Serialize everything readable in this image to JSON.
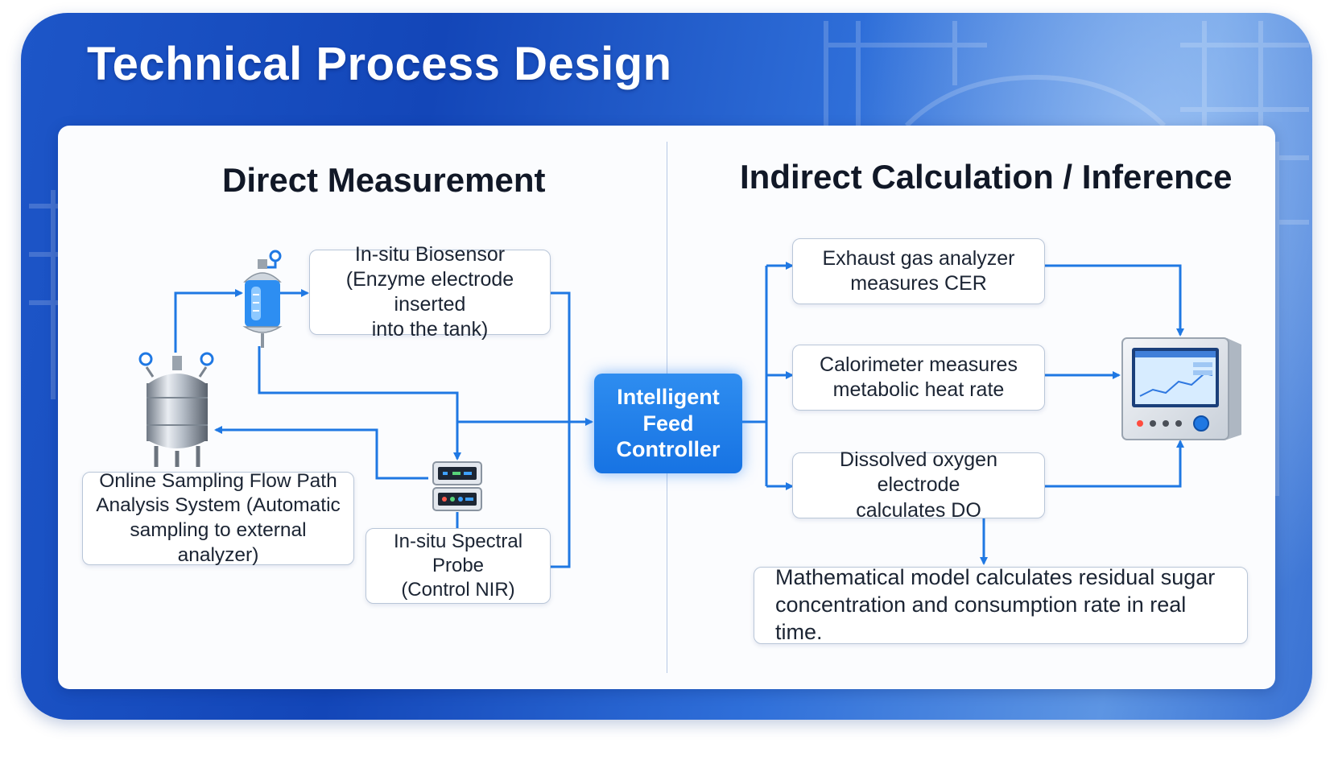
{
  "title": "Technical Process Design",
  "colors": {
    "accent": "#1b73e0",
    "banner": "#1d56c8",
    "connector": "#1f78e3"
  },
  "sections": {
    "direct": {
      "title": "Direct Measurement"
    },
    "indirect": {
      "title": "Indirect Calculation / Inference"
    }
  },
  "nodes": {
    "biosensor": "In-situ Biosensor\n(Enzyme electrode inserted\ninto the tank)",
    "sampling": "Online Sampling Flow Path\nAnalysis System (Automatic\nsampling to external analyzer)",
    "spectral": "In-situ Spectral Probe\n(Control NIR)",
    "controller": "Intelligent\nFeed\nController",
    "exhaust": "Exhaust gas analyzer\nmeasures CER",
    "calorimeter": "Calorimeter measures\nmetabolic heat rate",
    "oxygen": "Dissolved oxygen electrode\ncalculates DO",
    "model": "Mathematical model calculates residual sugar\nconcentration and consumption rate in real time."
  },
  "icons": {
    "tank": "bioreactor-tank-icon",
    "biosensor": "biosensor-vessel-icon",
    "analyzer": "analyzer-module-icon",
    "panel": "control-panel-icon"
  }
}
